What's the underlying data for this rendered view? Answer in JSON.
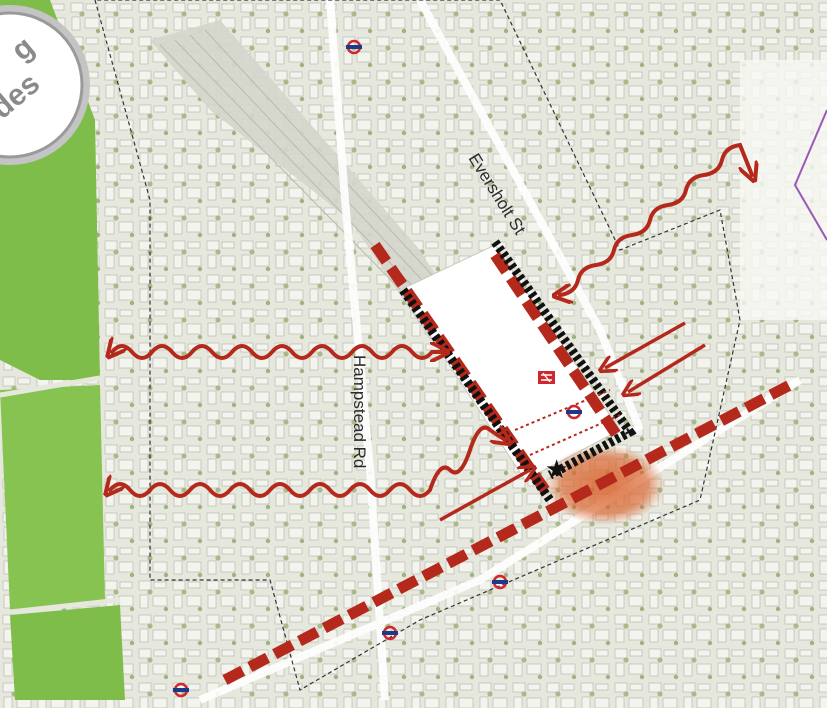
{
  "badge": {
    "line1": "g",
    "line2": "des"
  },
  "labels": {
    "eversholt": "Eversholt St",
    "hampstead": "Hampstead Rd"
  },
  "icons": {
    "underground": "london-underground-roundel-icon",
    "rail": "national-rail-icon",
    "landmark": "star-marker-icon"
  },
  "colors": {
    "route": "#b5291c",
    "boundary": "#222222",
    "park": "#7fbd4a",
    "hotspot": "#d9602a",
    "accent_purple": "#9b59b6"
  }
}
